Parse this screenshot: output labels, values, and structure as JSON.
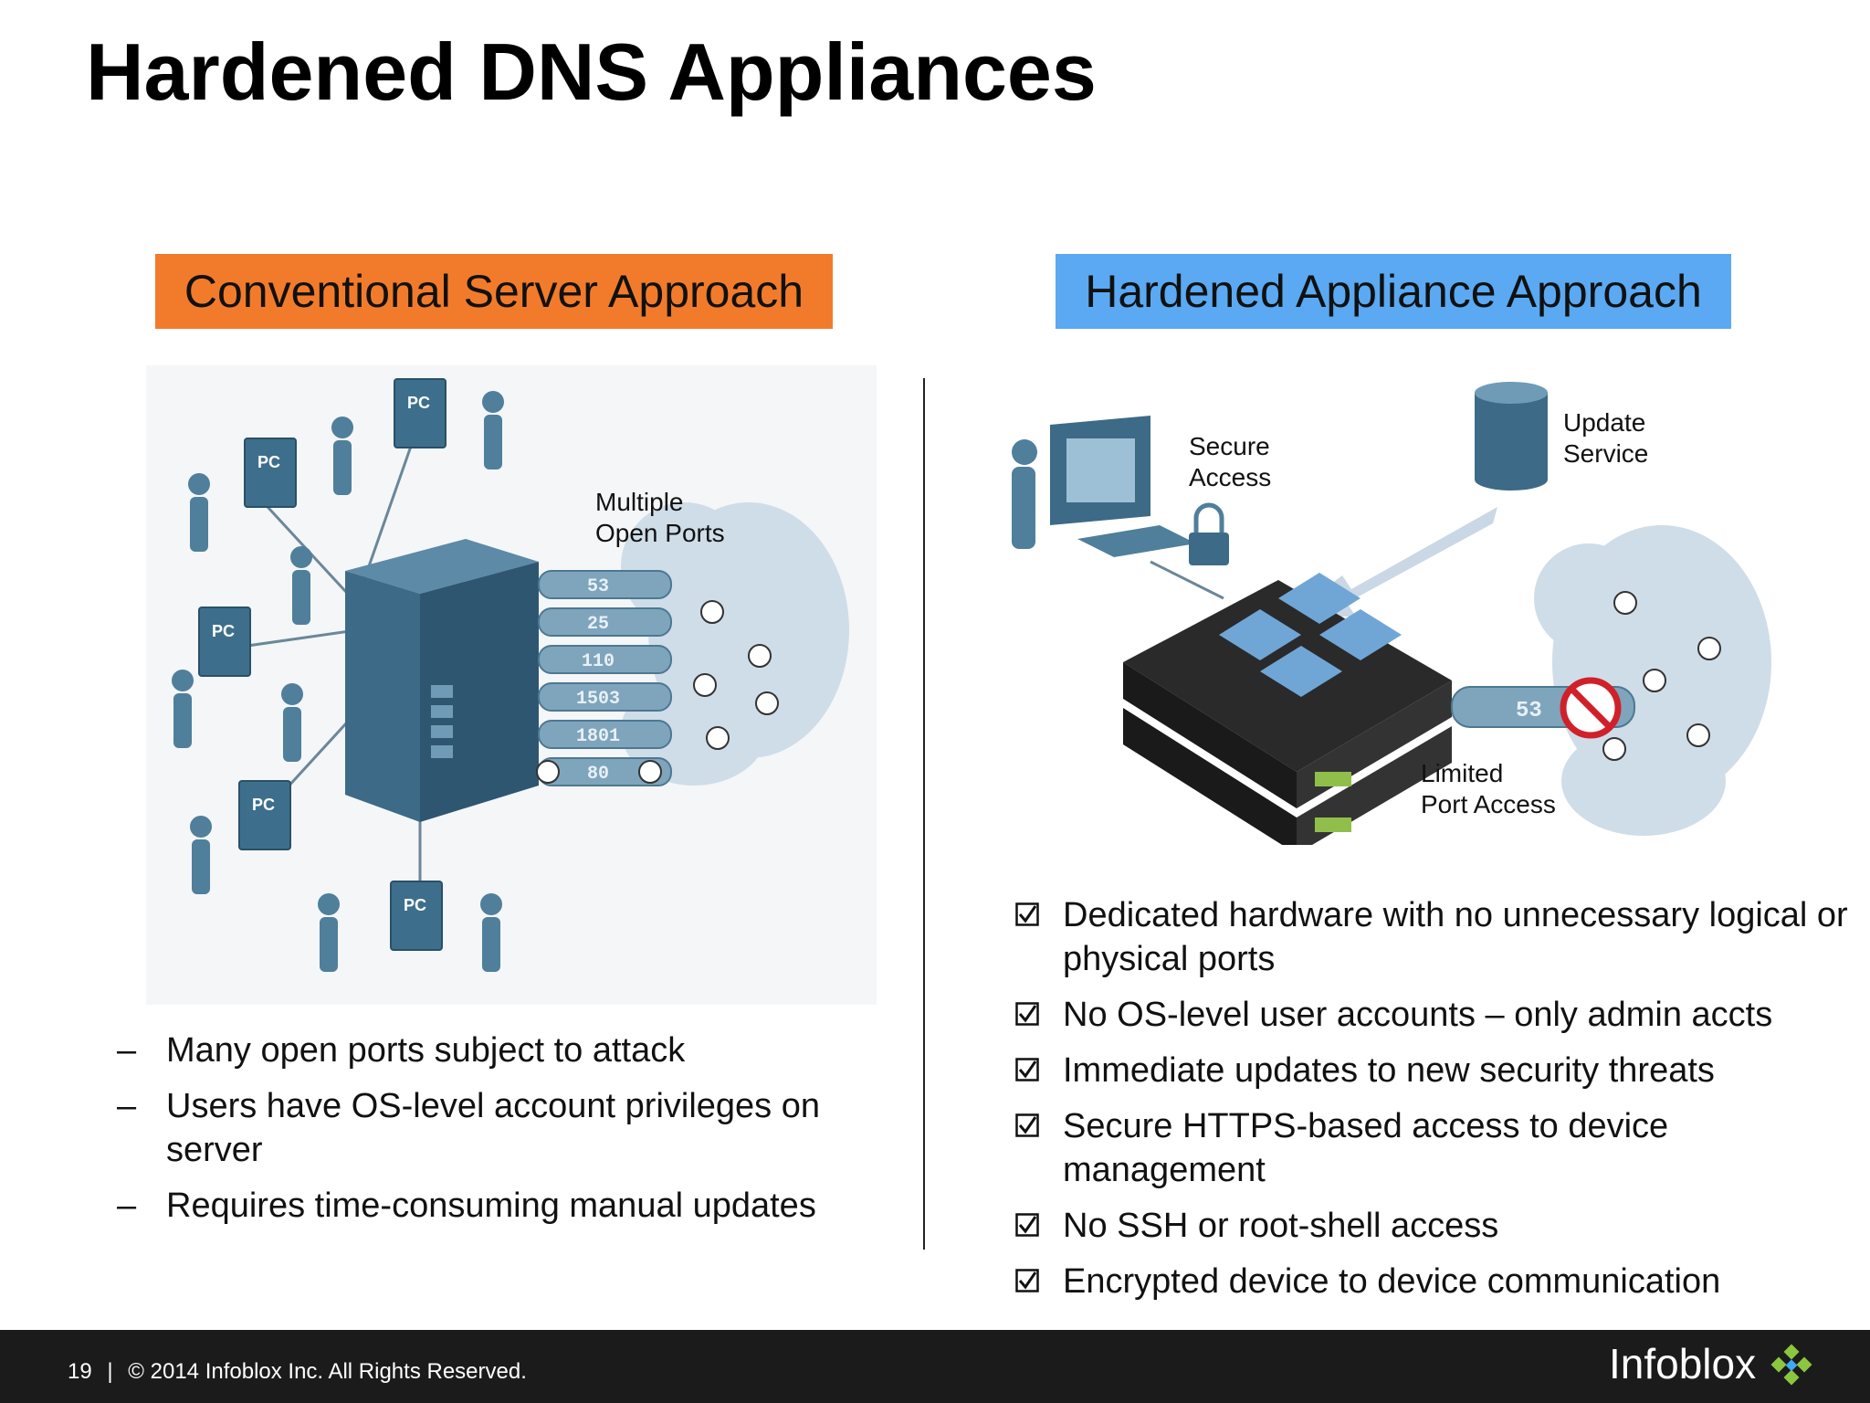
{
  "title": "Hardened DNS Appliances",
  "left": {
    "header": "Conventional Server Approach",
    "header_color": "#f27b2b",
    "diagram": {
      "callout": [
        "Multiple",
        "Open Ports"
      ],
      "port_numbers": [
        "53",
        "25",
        "110",
        "1503",
        "1801",
        "80"
      ],
      "pc_label": "PC"
    },
    "bullet_marker": "–",
    "bullets": [
      "Many open ports subject to attack",
      "Users have OS-level account privileges on server",
      "Requires time-consuming manual updates"
    ]
  },
  "right": {
    "header": "Hardened Appliance Approach",
    "header_color": "#5aa9f2",
    "diagram": {
      "secure_access": [
        "Secure",
        "Access"
      ],
      "update_service": [
        "Update",
        "Service"
      ],
      "limited_port": [
        "Limited",
        "Port Access"
      ],
      "port_number": "53"
    },
    "checklist": [
      "Dedicated hardware with no unnecessary logical or physical ports",
      "No OS-level user accounts – only admin accts",
      "Immediate updates to new security threats",
      "Secure HTTPS-based access to device management",
      "No SSH or root-shell access",
      "Encrypted device to device communication"
    ]
  },
  "footer": {
    "page_number": "19",
    "separator": "|",
    "copyright": "© 2014 Infoblox Inc. All Rights Reserved.",
    "logo_text": "Infoblox"
  }
}
